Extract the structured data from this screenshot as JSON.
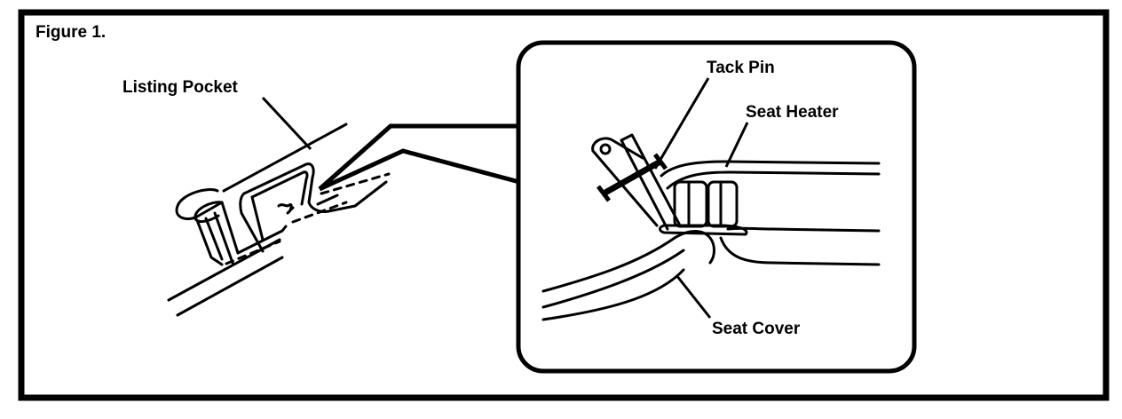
{
  "figure": {
    "caption": "Figure 1.",
    "labels": {
      "listing_pocket": "Listing Pocket",
      "tack_pin": "Tack Pin",
      "seat_heater": "Seat Heater",
      "seat_cover": "Seat Cover"
    }
  }
}
